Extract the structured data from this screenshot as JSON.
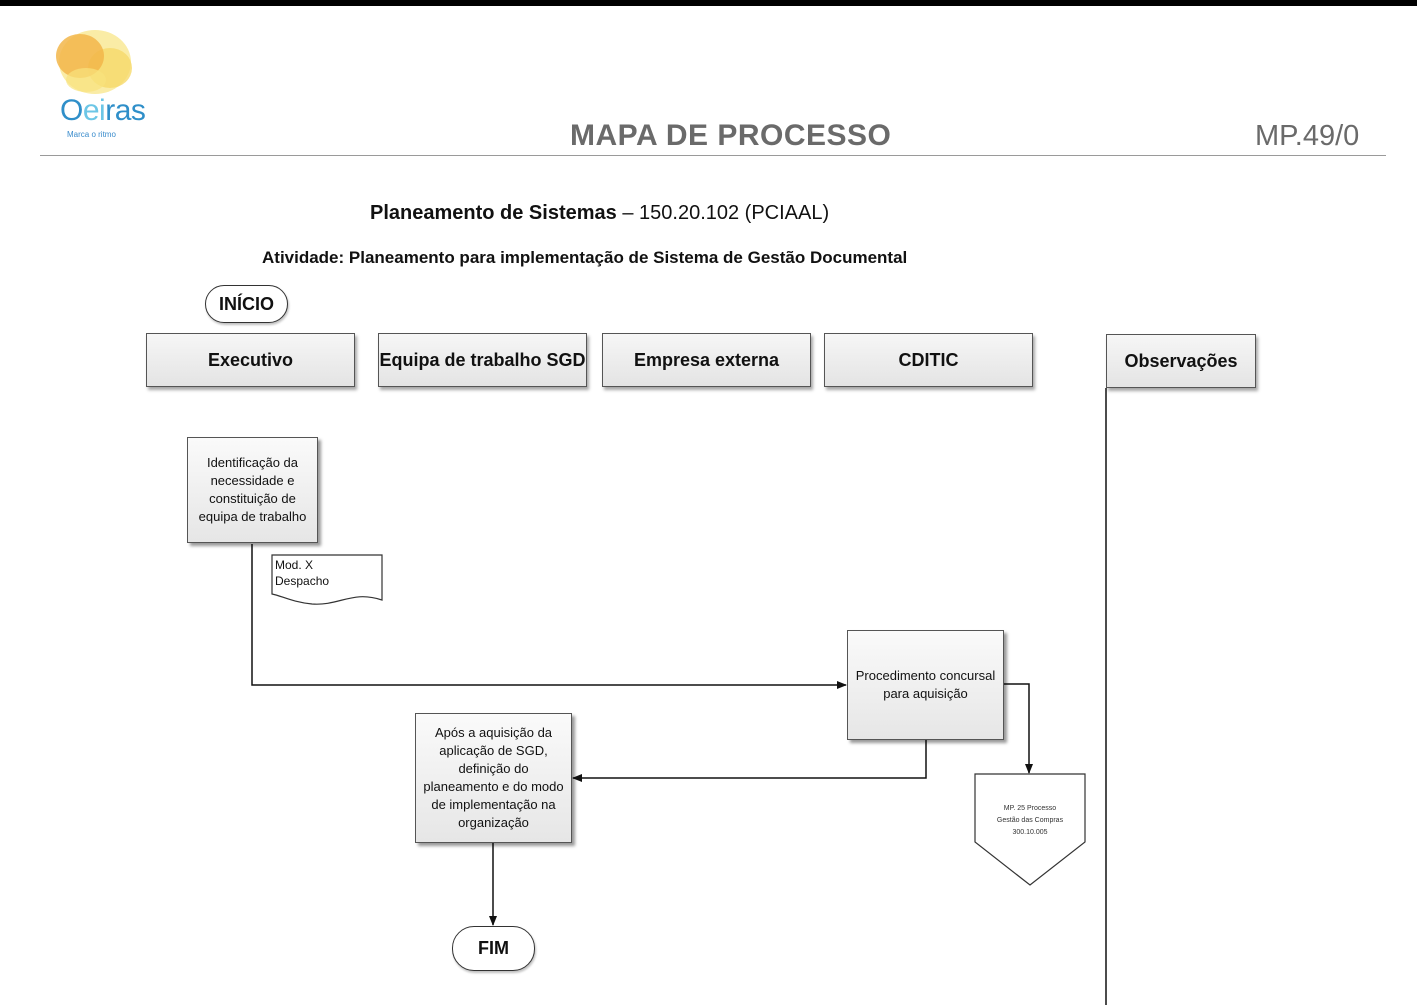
{
  "header": {
    "logo_word_prefix": "O",
    "logo_word_mid": "ei",
    "logo_word_suffix": "ras",
    "logo_tagline": "Marca o ritmo",
    "title": "MAPA DE PROCESSO",
    "code": "MP.49/0"
  },
  "subtitle": {
    "name": "Planeamento de Sistemas",
    "rest": " – 150.20.102 (PCIAAL)"
  },
  "activity": "Atividade: Planeamento para implementação de Sistema de Gestão Documental",
  "start_label": "INÍCIO",
  "end_label": "FIM",
  "lanes": [
    {
      "label": "Executivo"
    },
    {
      "label": "Equipa de trabalho SGD"
    },
    {
      "label": "Empresa externa"
    },
    {
      "label": "CDITIC"
    }
  ],
  "observations_label": "Observações",
  "steps": {
    "identify": "Identificação da necessidade e constituição de equipa de trabalho",
    "procurement": "Procedimento concursal para aquisição",
    "planning": "Após a aquisição da aplicação de SGD, definição do planeamento e do modo de implementação na organização"
  },
  "document": {
    "line1": "Mod. X",
    "line2": "Despacho"
  },
  "offpage_ref": {
    "line1": "MP. 25 Processo",
    "line2": "Gestão das Compras",
    "line3": "300.10.005"
  },
  "colors": {
    "logo_yellow": "#f6d96a",
    "logo_orange": "#f2b64a",
    "logo_blue": "#2f8fc9",
    "header_gray": "#6a6a6a"
  }
}
